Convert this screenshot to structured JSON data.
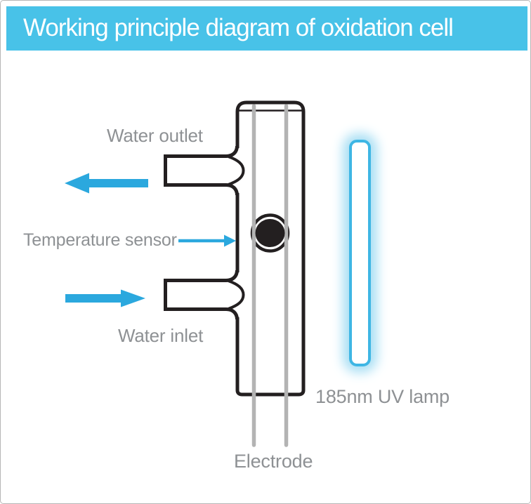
{
  "header": {
    "title": "Working principle diagram of oxidation cell",
    "bg_color": "#48C2E8",
    "text_color": "#FFFFFF"
  },
  "diagram": {
    "labels": {
      "water_outlet": "Water outlet",
      "temperature_sensor": "Temperature sensor",
      "water_inlet": "Water inlet",
      "uv_lamp": "185nm UV lamp",
      "electrode": "Electrode"
    },
    "colors": {
      "outline": "#231F20",
      "electrode": "#B3B3B3",
      "arrow": "#2BA8DE",
      "label_text": "#8E9194",
      "lamp_stroke": "#3EB6E4",
      "lamp_glow": "#A9DFF4"
    }
  }
}
